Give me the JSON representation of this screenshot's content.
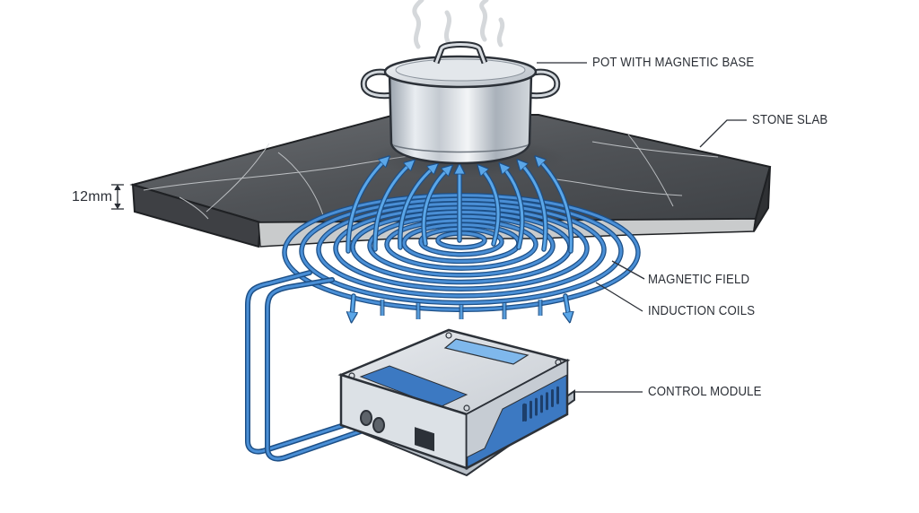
{
  "diagram": {
    "subject": "Induction cooktop hidden beneath a stone slab",
    "labels": {
      "pot": "POT WITH MAGNETIC BASE",
      "slab": "STONE SLAB",
      "thickness": "12mm",
      "field": "MAGNETIC FIELD",
      "coils": "INDUCTION COILS",
      "module": "CONTROL MODULE"
    },
    "components": [
      {
        "id": "pot",
        "name": "Pot with magnetic base",
        "icon": "cooking-pot-icon"
      },
      {
        "id": "steam",
        "name": "Steam",
        "icon": "steam-icon"
      },
      {
        "id": "slab",
        "name": "Stone slab",
        "icon": "marble-slab-icon"
      },
      {
        "id": "field",
        "name": "Magnetic field lines",
        "icon": "field-arrow-icon"
      },
      {
        "id": "coils",
        "name": "Induction coils",
        "icon": "spiral-coil-icon"
      },
      {
        "id": "cables",
        "name": "Coil leads",
        "icon": "cable-icon"
      },
      {
        "id": "module",
        "name": "Control module",
        "icon": "control-box-icon"
      }
    ],
    "colors": {
      "coil": "#4a8fd6",
      "coil_outline": "#1d4f86",
      "arrow": "#5aa6e8",
      "slab_top": "#4f5256",
      "slab_side": "#3e4044",
      "slab_underlayer": "#c9cbcc",
      "pot": "#d9dde2",
      "module_body": "#dfe3e8",
      "module_accent": "#3c79c2",
      "display": "#7fb8ec",
      "leader_line": "#2b2f36"
    }
  }
}
